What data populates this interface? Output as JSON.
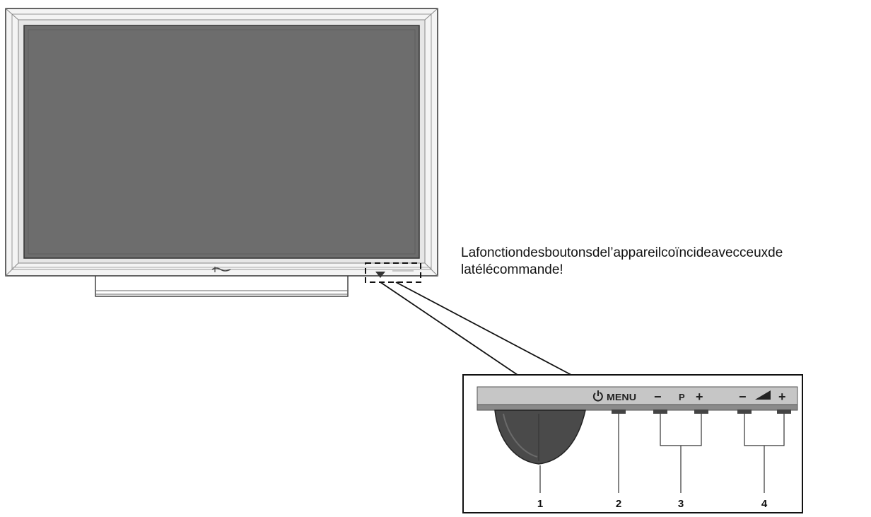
{
  "note": {
    "line1": "Lafonctiondesboutonsdel’appareilcoïncideavecceuxde",
    "line2": "latélécommande!"
  },
  "panel": {
    "menu_label": "MENU",
    "program_minus": "−",
    "program_label": "P",
    "program_plus": "+",
    "volume_minus": "−",
    "volume_plus": "+"
  },
  "callouts": [
    "1",
    "2",
    "3",
    "4"
  ],
  "icons": {
    "power": "power-icon",
    "volume": "volume-ramp-icon",
    "speaker_notch": "indicator-arrow-icon"
  }
}
